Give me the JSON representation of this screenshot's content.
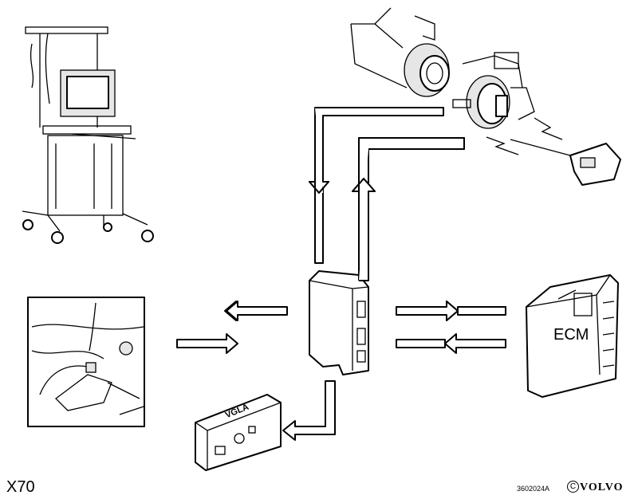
{
  "figure_label": "X70",
  "figure_number": "3602024A",
  "copyright_symbol": "C",
  "brand": "VOLVO",
  "ecm_label": "ECM",
  "vgla_label": "VGLA"
}
